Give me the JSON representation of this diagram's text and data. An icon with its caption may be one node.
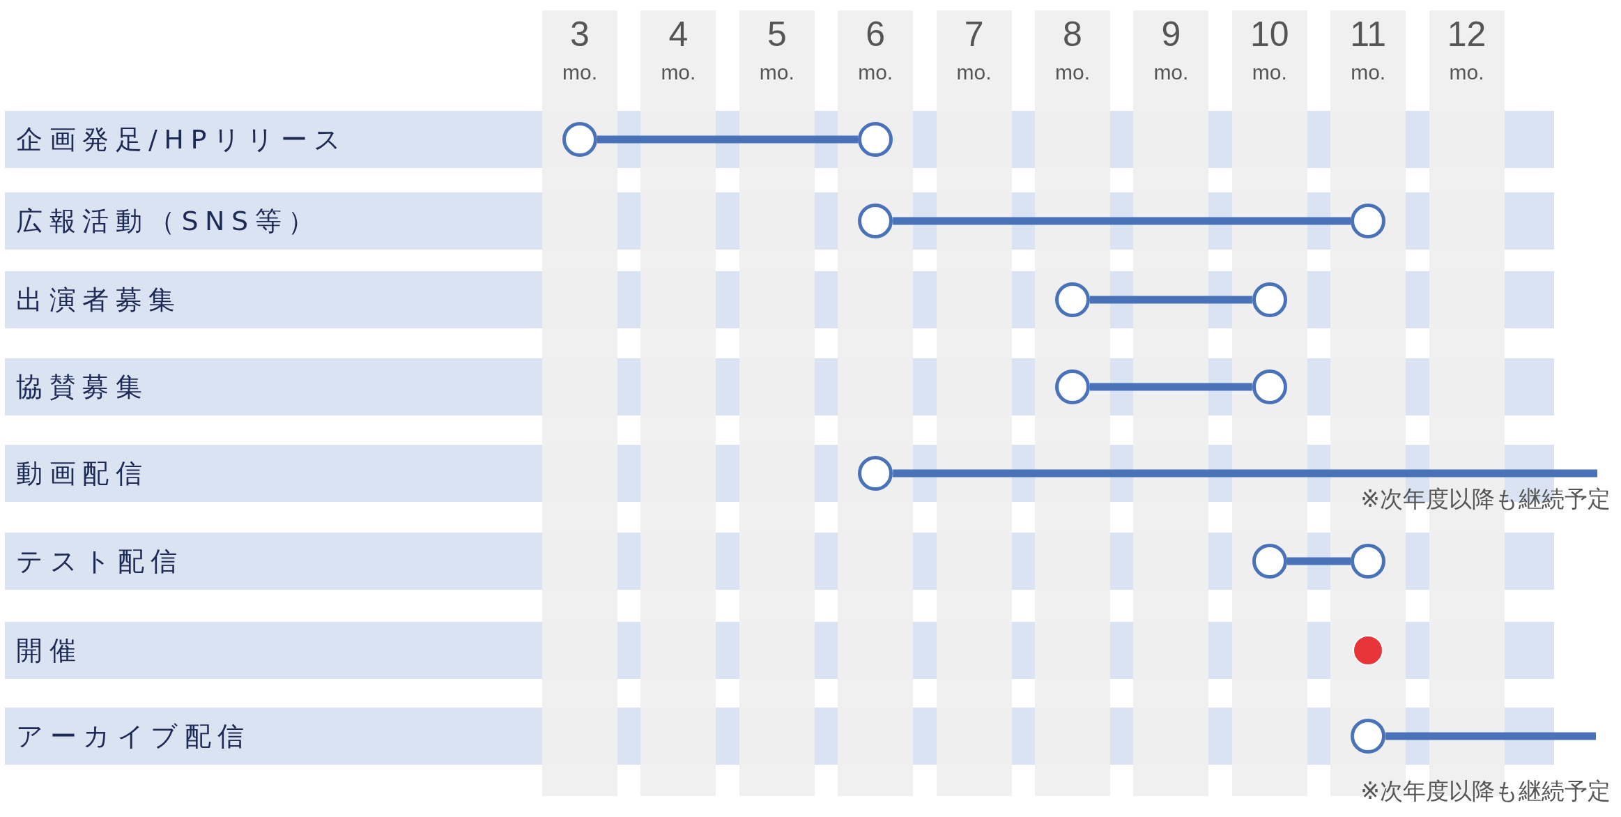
{
  "diagram": {
    "nodes": [
      {
        "text": [
          "企画発足/HPリリース"
        ]
      },
      {
        "text": [],
        "shape": "circle",
        "in": 0
      },
      {
        "text": [],
        "shape": "circle",
        "in": 0
      },
      {
        "text": [
          "広報活動（SNS等）"
        ]
      },
      {
        "text": [],
        "shape": "circle",
        "in": 3
      },
      {
        "text": [],
        "shape": "circle",
        "in": 3
      },
      {
        "text": [
          "出演者募集"
        ]
      },
      {
        "text": [],
        "shape": "circle",
        "in": 6
      },
      {
        "text": [],
        "shape": "circle",
        "in": 6
      },
      {
        "text": [
          "協賛募集"
        ]
      },
      {
        "text": [],
        "shape": "circle",
        "in": 9
      },
      {
        "text": [],
        "shape": "circle",
        "in": 9
      },
      {
        "text": [
          "動画配信"
        ]
      },
      {
        "text": [],
        "shape": "circle",
        "in": 12
      },
      {
        "text": [
          "テスト配信"
        ]
      },
      {
        "text": [],
        "shape": "circle",
        "in": 14
      },
      {
        "text": [],
        "shape": "circle",
        "in": 14
      },
      {
        "text": [
          "開催"
        ]
      },
      {
        "text": [],
        "shape": "circle",
        "in": 17
      },
      {
        "text": [
          "アーカイブ配信"
        ]
      },
      {
        "text": [],
        "shape": "circle",
        "in": 19
      }
    ],
    "edges": [
      {
        "from": 1,
        "to": 2,
        "arrow": "none"
      },
      {
        "from": 4,
        "to": 5,
        "arrow": "none"
      },
      {
        "from": 7,
        "to": 8,
        "arrow": "none"
      },
      {
        "from": 10,
        "to": 11,
        "arrow": "none"
      },
      {
        "from": 13,
        "to": null,
        "arrow": "none"
      },
      {
        "from": 15,
        "to": 16,
        "arrow": "none"
      },
      {
        "from": 20,
        "to": null,
        "arrow": "none"
      }
    ],
    "labels": [
      "3",
      "mo.",
      "4",
      "mo.",
      "5",
      "mo.",
      "6",
      "mo.",
      "7",
      "mo.",
      "8",
      "mo.",
      "9",
      "mo.",
      "10",
      "mo.",
      "11",
      "mo.",
      "12",
      "mo.",
      "※次年度以降も継続予定",
      "※次年度以降も継続予定"
    ]
  }
}
